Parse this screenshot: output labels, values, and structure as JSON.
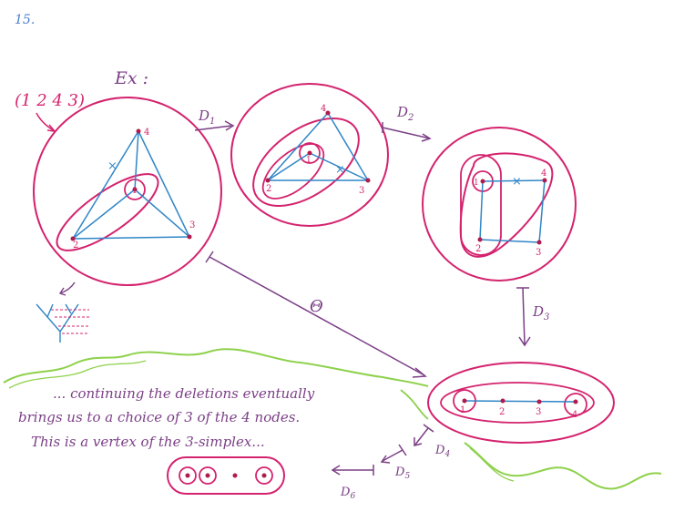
{
  "page": {
    "number": "15."
  },
  "labels": {
    "example": "Ex :",
    "permutation": "(1 2 4 3)",
    "theta": "Θ"
  },
  "maps": [
    "D1",
    "D2",
    "D3",
    "D4",
    "D5",
    "D6"
  ],
  "map_subscripts": [
    "1",
    "2",
    "3",
    "4",
    "5",
    "6"
  ],
  "nodes": [
    "1",
    "2",
    "3",
    "4"
  ],
  "cross_mark": "×",
  "caption": {
    "line1": "... continuing the deletions eventually",
    "line2": "brings us to a choice of 3 of the 4 nodes.",
    "line3": "This is a vertex of the 3-simplex..."
  },
  "colors": {
    "magenta": "#d4236e",
    "blue": "#2f86c7",
    "purple": "#7b3f86",
    "green": "#8ed14b",
    "node": "#b01a4c",
    "pagenum": "#4a7fd0"
  }
}
